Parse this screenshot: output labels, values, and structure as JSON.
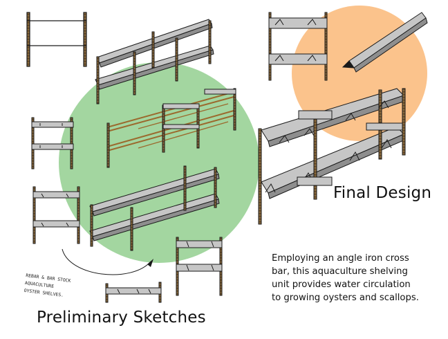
{
  "colors": {
    "prelim_circle": "#a3d6a0",
    "final_circle": "#fbc38c",
    "shelf_fill": "#c6c6c6",
    "shelf_dark": "#8e8e8e",
    "rebar": "#8a6a3c",
    "wire": "#9b6a2e",
    "ink": "#1a1a1a"
  },
  "final": {
    "title": "Final Design",
    "description_lines": [
      "Employing an angle iron cross",
      "bar, this aquaculture shelving",
      "unit provides water circulation",
      "to growing oysters and scallops."
    ]
  },
  "preliminary": {
    "title": "Preliminary Sketches",
    "note_lines": [
      "REBAR & BAR STOCK",
      "AQUACULTURE",
      "OYSTER SHELVES."
    ]
  },
  "icons": [
    "pencil-icon"
  ]
}
